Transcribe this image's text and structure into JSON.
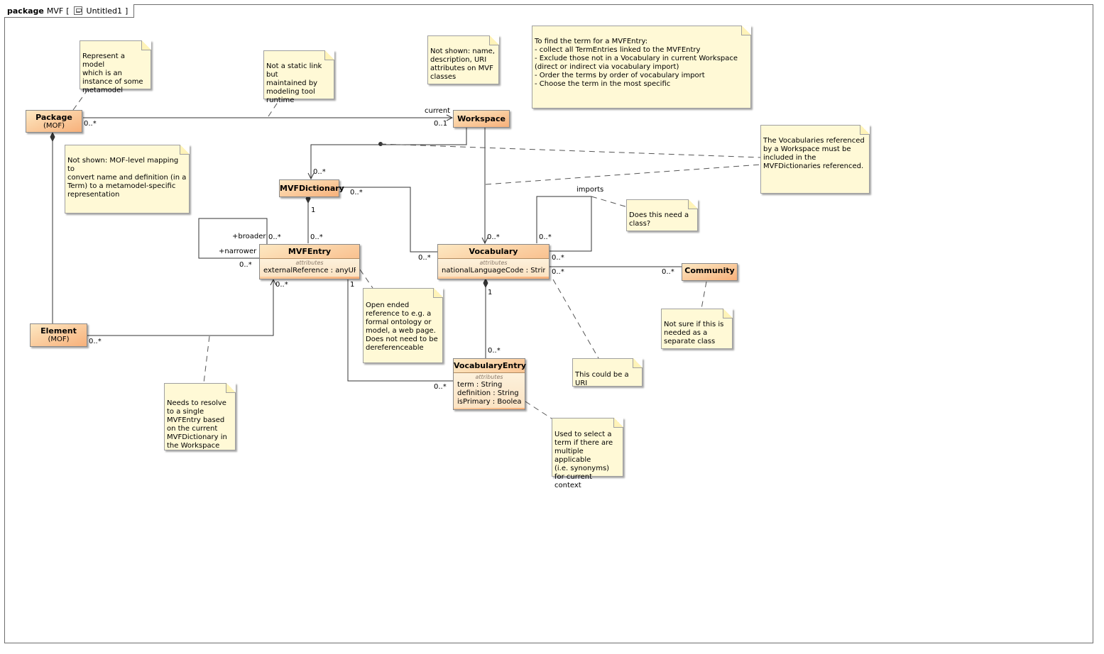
{
  "frame": {
    "keyword": "package",
    "name": "MVF",
    "bracket_open": "[",
    "diagram": "Untitled1",
    "bracket_close": "]"
  },
  "classes": {
    "package": {
      "name": "Package",
      "stereo": "(MOF)"
    },
    "workspace": {
      "name": "Workspace"
    },
    "mvfdictionary": {
      "name": "MVFDictionary"
    },
    "mvfentry": {
      "name": "MVFEntry",
      "section": "attributes",
      "attrs": [
        "externalReference : anyURI"
      ]
    },
    "vocabulary": {
      "name": "Vocabulary",
      "section": "attributes",
      "attrs": [
        "nationalLanguageCode : String"
      ]
    },
    "community": {
      "name": "Community"
    },
    "element": {
      "name": "Element",
      "stereo": "(MOF)"
    },
    "vocabularyentry": {
      "name": "VocabularyEntry",
      "section": "attributes",
      "attrs": [
        "term : String",
        "definition : String",
        "isPrimary : Boolean"
      ]
    }
  },
  "notes": {
    "represent_model": "Represent a model\nwhich is an\ninstance of some\nmetamodel",
    "static_link": "Not a static link but\nmaintained by\nmodeling tool\nruntime",
    "not_shown_attrs": "Not shown: name,\ndescription, URI\nattributes on MVF\nclasses",
    "find_term": "To find the term for a MVFEntry:\n- collect all TermEntries linked to the MVFEntry\n- Exclude those not in a Vocabulary in current Workspace\n(direct or indirect via vocabulary import)\n- Order the terms by order of vocabulary import\n- Choose the term in the most specific",
    "not_shown_mof": "Not shown: MOF-level mapping to\nconvert name and definition (in a\nTerm) to a metamodel-specific\nrepresentation",
    "vocab_referenced": "The Vocabularies referenced\nby a Workspace must be\nincluded in the\nMVFDictionaries referenced.",
    "need_class": "Does this need a\nclass?",
    "open_ended": "Open ended\nreference to e.g. a\nformal ontology or\nmodel, a web page.\nDoes not need to be\ndereferenceable",
    "separate_class": "Not sure if this is\nneeded as a\nseparate class",
    "could_be_uri": "This could be a URI",
    "needs_resolve": "Needs to resolve\nto a single\nMVFEntry based\non the current\nMVFDictionary in\nthe Workspace",
    "select_term": "Used to select a\nterm if there are\nmultiple applicable\n(i.e. synonyms)\nfor current context"
  },
  "labels": {
    "current": "current",
    "pkg_ws_src": "0..*",
    "pkg_ws_tgt": "0..1",
    "ws_dict_mult": "0..*",
    "dict_entry_one": "1",
    "dict_entry_many": "0..*",
    "dict_vocab_src": "0..*",
    "dict_vocab_tgt": "0..*",
    "broader_role": "+broader",
    "broader_mult": "0..*",
    "narrower_role": "+narrower",
    "narrower_mult": "0..*",
    "ws_vocab_mult": "0..*",
    "imports": "imports",
    "imports_mult_a": "0..*",
    "imports_mult_b": "0..*",
    "vocab_comm_src": "0..*",
    "vocab_comm_tgt": "0..*",
    "vocab_ve_one": "1",
    "vocab_ve_many": "0..*",
    "entry_ve_one": "1",
    "entry_ve_many": "0..*",
    "elem_entry_src": "0..*",
    "elem_entry_tgt": "0..*"
  }
}
